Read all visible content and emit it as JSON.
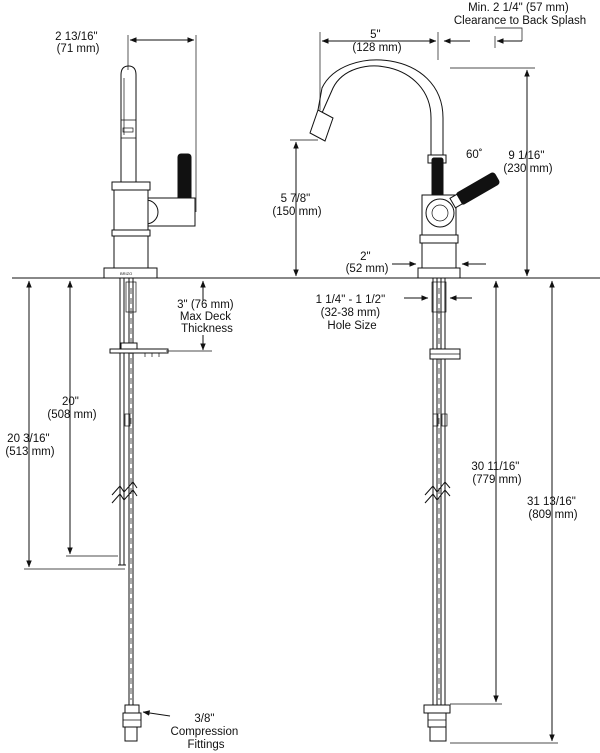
{
  "brand_mark": "BRIZO",
  "dimensions": {
    "top_width": [
      "2 13/16\"",
      "(71 mm)"
    ],
    "reach": [
      "5\"",
      "(128 mm)"
    ],
    "clearance": [
      "Min. 2 1/4\" (57 mm)",
      "Clearance to Back Splash"
    ],
    "angle": "60˚",
    "overall_height": [
      "9 1/16\"",
      "(230 mm)"
    ],
    "spout_height": [
      "5 7/8\"",
      "(150 mm)"
    ],
    "base_dia": [
      "2\"",
      "(52 mm)"
    ],
    "deck": [
      "3\" (76 mm)",
      "Max Deck",
      "Thickness"
    ],
    "hole_size": [
      "1 1/4\" - 1 1/2\"",
      "(32-38 mm)",
      "Hole Size"
    ],
    "shank_length": [
      "20\"",
      "(508 mm)"
    ],
    "left_total": [
      "20 3/16\"",
      "(513 mm)"
    ],
    "supply_length": [
      "30 11/16\"",
      "(779 mm)"
    ],
    "right_total": [
      "31 13/16\"",
      "(809 mm)"
    ],
    "fittings": [
      "3/8\"",
      "Compression",
      "Fittings"
    ]
  }
}
